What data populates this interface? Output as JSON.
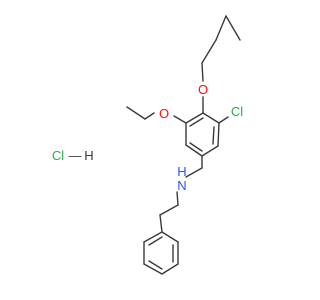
{
  "molecule": {
    "atoms": [
      {
        "id": "cl",
        "label": "Cl",
        "color": "#22b14c"
      },
      {
        "id": "o_butoxy",
        "label": "O",
        "color": "#ff0d0d"
      },
      {
        "id": "o_ethoxy",
        "label": "O",
        "color": "#ff0d0d"
      },
      {
        "id": "n",
        "label": "N",
        "color": "#3050f8"
      },
      {
        "id": "n_h",
        "label": "H",
        "color": "#3050f8"
      }
    ],
    "salt": {
      "label": "Cl",
      "bond": "—",
      "hydrogen": "H",
      "cl_color": "#22b14c",
      "h_color": "#3a3a3a"
    },
    "bond_color": "#3a3a3a"
  }
}
